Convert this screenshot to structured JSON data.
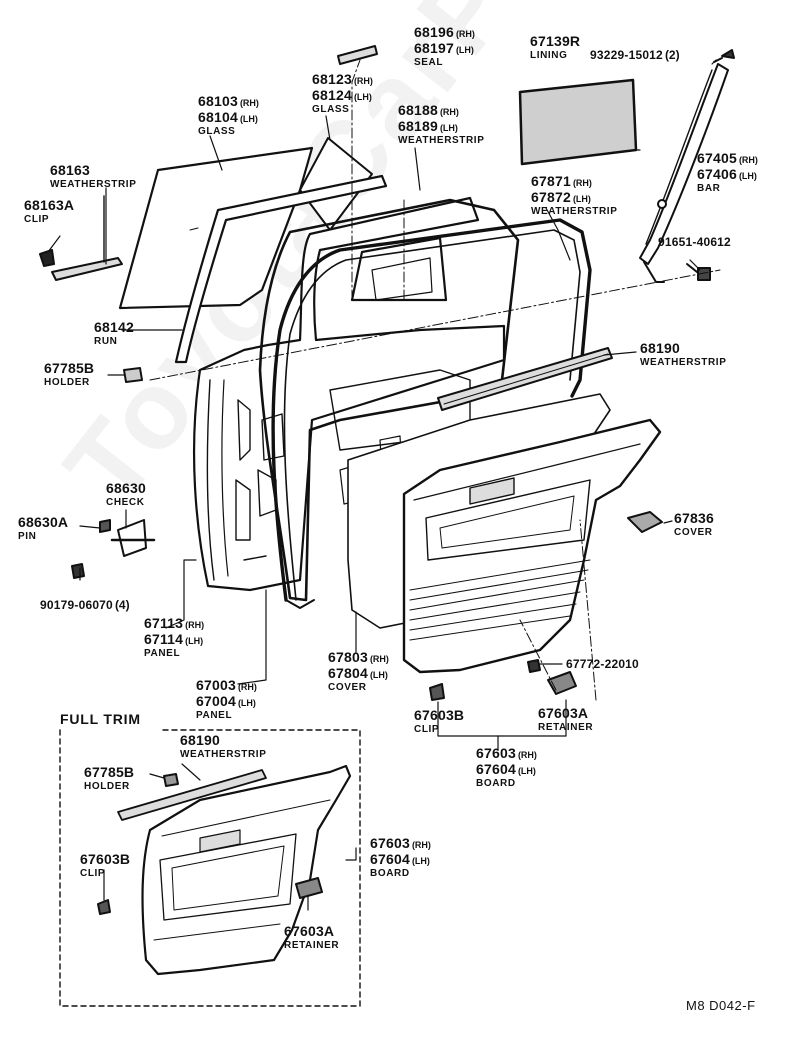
{
  "watermark": "ToyotaCarPar",
  "frame_title": "FULL TRIM",
  "diagram_code": "M8  D042-F",
  "labels": {
    "l68196": {
      "rows": [
        {
          "pn": "68196",
          "sx": "(RH)"
        },
        {
          "pn": "68197",
          "sx": "(LH)"
        }
      ],
      "name": "SEAL"
    },
    "l67139": {
      "rows": [
        {
          "pn": "67139R",
          "sx": ""
        }
      ],
      "name": "LINING"
    },
    "l93229": {
      "rows": [
        {
          "pn": "93229-15012",
          "sx": "(2)"
        }
      ],
      "name": ""
    },
    "l68123": {
      "rows": [
        {
          "pn": "68123",
          "sx": "(RH)"
        },
        {
          "pn": "68124",
          "sx": "(LH)"
        }
      ],
      "name": "GLASS"
    },
    "l68103": {
      "rows": [
        {
          "pn": "68103",
          "sx": "(RH)"
        },
        {
          "pn": "68104",
          "sx": "(LH)"
        }
      ],
      "name": "GLASS"
    },
    "l68188": {
      "rows": [
        {
          "pn": "68188",
          "sx": "(RH)"
        },
        {
          "pn": "68189",
          "sx": "(LH)"
        }
      ],
      "name": "WEATHERSTRIP"
    },
    "l67405": {
      "rows": [
        {
          "pn": "67405",
          "sx": "(RH)"
        },
        {
          "pn": "67406",
          "sx": "(LH)"
        }
      ],
      "name": "BAR"
    },
    "l68163": {
      "rows": [
        {
          "pn": "68163",
          "sx": ""
        }
      ],
      "name": "WEATHERSTRIP"
    },
    "l68163A": {
      "rows": [
        {
          "pn": "68163A",
          "sx": ""
        }
      ],
      "name": "CLIP"
    },
    "l67871": {
      "rows": [
        {
          "pn": "67871",
          "sx": "(RH)"
        },
        {
          "pn": "67872",
          "sx": "(LH)"
        }
      ],
      "name": "WEATHERSTRIP"
    },
    "l91651": {
      "rows": [
        {
          "pn": "91651-40612",
          "sx": ""
        }
      ],
      "name": ""
    },
    "l68142": {
      "rows": [
        {
          "pn": "68142",
          "sx": ""
        }
      ],
      "name": "RUN"
    },
    "l68190": {
      "rows": [
        {
          "pn": "68190",
          "sx": ""
        }
      ],
      "name": "WEATHERSTRIP"
    },
    "l67785B": {
      "rows": [
        {
          "pn": "67785B",
          "sx": ""
        }
      ],
      "name": "HOLDER"
    },
    "l68630": {
      "rows": [
        {
          "pn": "68630",
          "sx": ""
        }
      ],
      "name": "CHECK"
    },
    "l68630A": {
      "rows": [
        {
          "pn": "68630A",
          "sx": ""
        }
      ],
      "name": "PIN"
    },
    "l67836": {
      "rows": [
        {
          "pn": "67836",
          "sx": ""
        }
      ],
      "name": "COVER"
    },
    "l90179": {
      "rows": [
        {
          "pn": "90179-06070",
          "sx": "(4)"
        }
      ],
      "name": ""
    },
    "l67113": {
      "rows": [
        {
          "pn": "67113",
          "sx": "(RH)"
        },
        {
          "pn": "67114",
          "sx": "(LH)"
        }
      ],
      "name": "PANEL"
    },
    "l67803": {
      "rows": [
        {
          "pn": "67803",
          "sx": "(RH)"
        },
        {
          "pn": "67804",
          "sx": "(LH)"
        }
      ],
      "name": "COVER"
    },
    "l67772": {
      "rows": [
        {
          "pn": "67772-22010",
          "sx": ""
        }
      ],
      "name": ""
    },
    "l67003": {
      "rows": [
        {
          "pn": "67003",
          "sx": "(RH)"
        },
        {
          "pn": "67004",
          "sx": "(LH)"
        }
      ],
      "name": "PANEL"
    },
    "l67603B": {
      "rows": [
        {
          "pn": "67603B",
          "sx": ""
        }
      ],
      "name": "CLIP"
    },
    "l67603A": {
      "rows": [
        {
          "pn": "67603A",
          "sx": ""
        }
      ],
      "name": "RETAINER"
    },
    "l67603": {
      "rows": [
        {
          "pn": "67603",
          "sx": "(RH)"
        },
        {
          "pn": "67604",
          "sx": "(LH)"
        }
      ],
      "name": "BOARD"
    },
    "f68190": {
      "rows": [
        {
          "pn": "68190",
          "sx": ""
        }
      ],
      "name": "WEATHERSTRIP"
    },
    "f67785B": {
      "rows": [
        {
          "pn": "67785B",
          "sx": ""
        }
      ],
      "name": "HOLDER"
    },
    "f67603": {
      "rows": [
        {
          "pn": "67603",
          "sx": "(RH)"
        },
        {
          "pn": "67604",
          "sx": "(LH)"
        }
      ],
      "name": "BOARD"
    },
    "f67603B": {
      "rows": [
        {
          "pn": "67603B",
          "sx": ""
        }
      ],
      "name": "CLIP"
    },
    "f67603A": {
      "rows": [
        {
          "pn": "67603A",
          "sx": ""
        }
      ],
      "name": "RETAINER"
    }
  }
}
